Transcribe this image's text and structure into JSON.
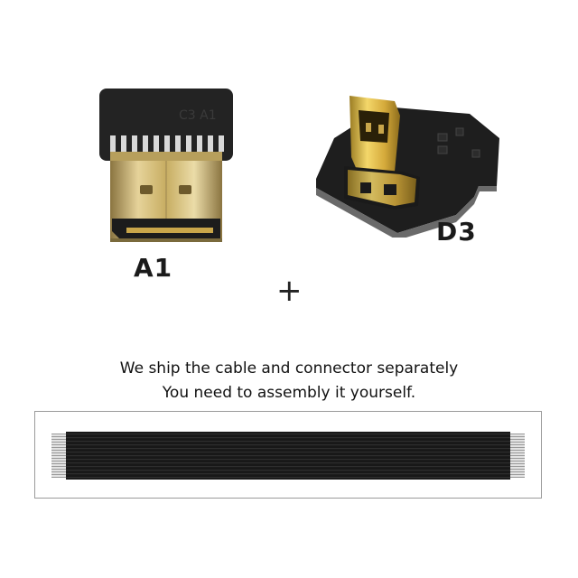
{
  "connector_a": {
    "label": "A1"
  },
  "connector_b": {
    "label": "D3"
  },
  "plus": "+",
  "captions": {
    "line1": "We ship the cable and connector separately",
    "line2": "You need to assembly it yourself."
  },
  "colors": {
    "pcb_black": "#222222",
    "gold": "#c9a64a",
    "cable_black": "#151515"
  }
}
